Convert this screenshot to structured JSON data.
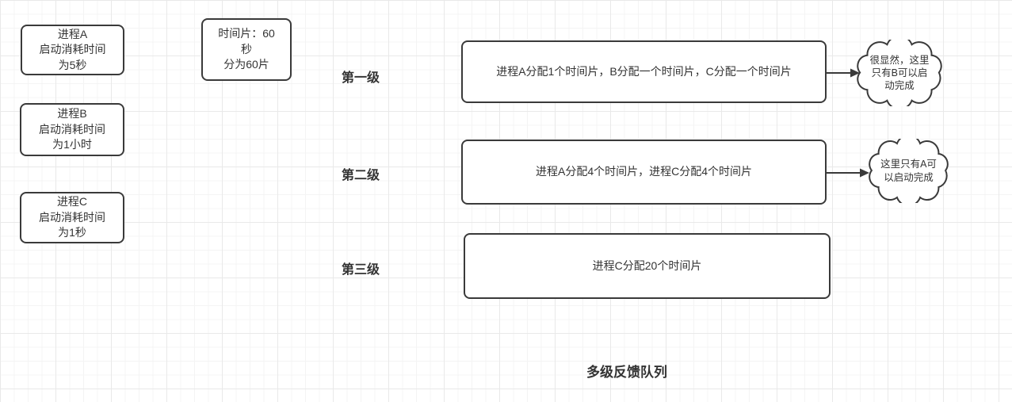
{
  "canvas": {
    "background": "#ffffff",
    "grid_minor_color": "#f4f4f4",
    "grid_major_color": "#e9e9e9",
    "stroke_color": "#3a3a3a",
    "text_color": "#333333"
  },
  "title": "多级反馈队列",
  "process_boxes": [
    {
      "lines": [
        "进程A",
        "启动消耗时间",
        "为5秒"
      ]
    },
    {
      "lines": [
        "进程B",
        "启动消耗时间",
        "为1小时"
      ]
    },
    {
      "lines": [
        "进程C",
        "启动消耗时间",
        "为1秒"
      ]
    }
  ],
  "timeslice_box": {
    "lines": [
      "时间片：60",
      "秒",
      "分为60片"
    ]
  },
  "levels": [
    {
      "label": "第一级",
      "allocation": "进程A分配1个时间片，B分配一个时间片，C分配一个时间片",
      "note": "很显然，这里只有B可以启动完成"
    },
    {
      "label": "第二级",
      "allocation": "进程A分配4个时间片，进程C分配4个时间片",
      "note": "这里只有A可以启动完成"
    },
    {
      "label": "第三级",
      "allocation": "进程C分配20个时间片"
    }
  ]
}
